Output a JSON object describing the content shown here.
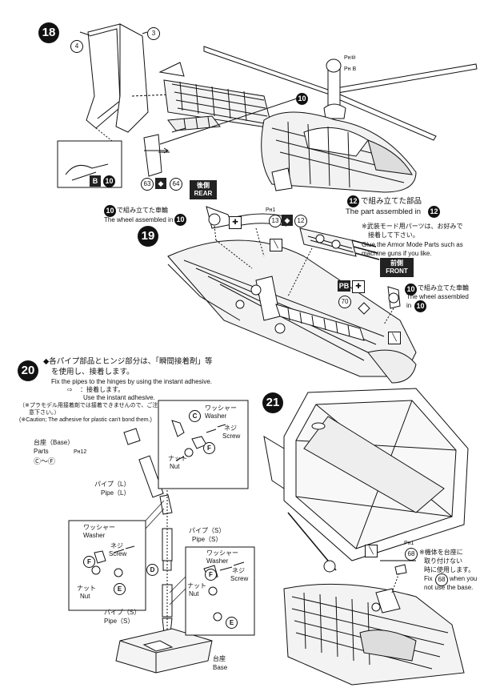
{
  "step18": {
    "number": "18",
    "parts": {
      "p4": "4",
      "p3": "3",
      "p10": "10",
      "p63": "63",
      "p64": "64",
      "p10b": "10",
      "badge_b": "B"
    },
    "refs": {
      "ref_b10": "Pн⑩",
      "ref_b": "Pн B"
    }
  },
  "step19": {
    "number": "19",
    "rear": {
      "jp": "後側",
      "en": "REAR"
    },
    "front": {
      "jp": "前側",
      "en": "FRONT"
    },
    "wheel_rear": {
      "num": "10",
      "jp": "で組み立てた車輪",
      "en": "The wheel assembled in"
    },
    "part12": {
      "num": "12",
      "jp": "で組み立てた部品",
      "en": "The part assembled in"
    },
    "armor_note": {
      "jp": "※武装モード用パーツは、お好みで",
      "jp2": "接着して下さい。",
      "en": "Glue the Armor Mode Parts such as",
      "en2": "machine guns if you like."
    },
    "wheel_front": {
      "num": "10",
      "jp": "で組み立てた車輪",
      "en": "The wheel assembled",
      "en2": "in"
    },
    "parts": {
      "p13": "13",
      "p12": "12",
      "p70": "70",
      "ref": "Pн1",
      "pb": "PB"
    }
  },
  "step20": {
    "number": "20",
    "title_jp": "◆各パイプ部品とヒンジ部分は、「瞬間接着剤」等",
    "title_jp2": "を使用し、接着します。",
    "title_en": "Fix the pipes to the hinges by using the instant adhesive.",
    "legend_jp": "：接着します。",
    "legend_en": "Use the instant adhesive.",
    "note_jp": "（※プラモデル用接着剤では接着できませんので、ご注",
    "note_jp2": "意下さい。）",
    "note_en": "(※Caution; The adhesive for plastic can't bond them.)",
    "base_parts": {
      "jp": "台座（Base）",
      "en": "Parts",
      "ref": "Pн12",
      "range": "Ⓒ～Ⓕ"
    },
    "washer": {
      "jp": "ワッシャー",
      "en": "Washer"
    },
    "screw": {
      "jp": "ネジ",
      "en": "Screw"
    },
    "nut": {
      "jp": "ナット",
      "en": "Nut"
    },
    "pipe_l": {
      "jp": "パイプ（L）",
      "en": "Pipe（L）"
    },
    "pipe_s": {
      "jp": "パイプ（S）",
      "en": "Pipe（S）"
    },
    "base": {
      "jp": "台座",
      "en": "Base"
    },
    "letters": {
      "c": "C",
      "d": "D",
      "e": "E",
      "f": "F"
    }
  },
  "step21": {
    "number": "21",
    "ref": "Pн1",
    "part": "68",
    "note_jp": "※機体を台座に",
    "note_jp2": "取り付けない",
    "note_jp3": "時に使用します。",
    "note_en": "Fix",
    "note_en2": "when you",
    "note_en3": "not use the base."
  }
}
